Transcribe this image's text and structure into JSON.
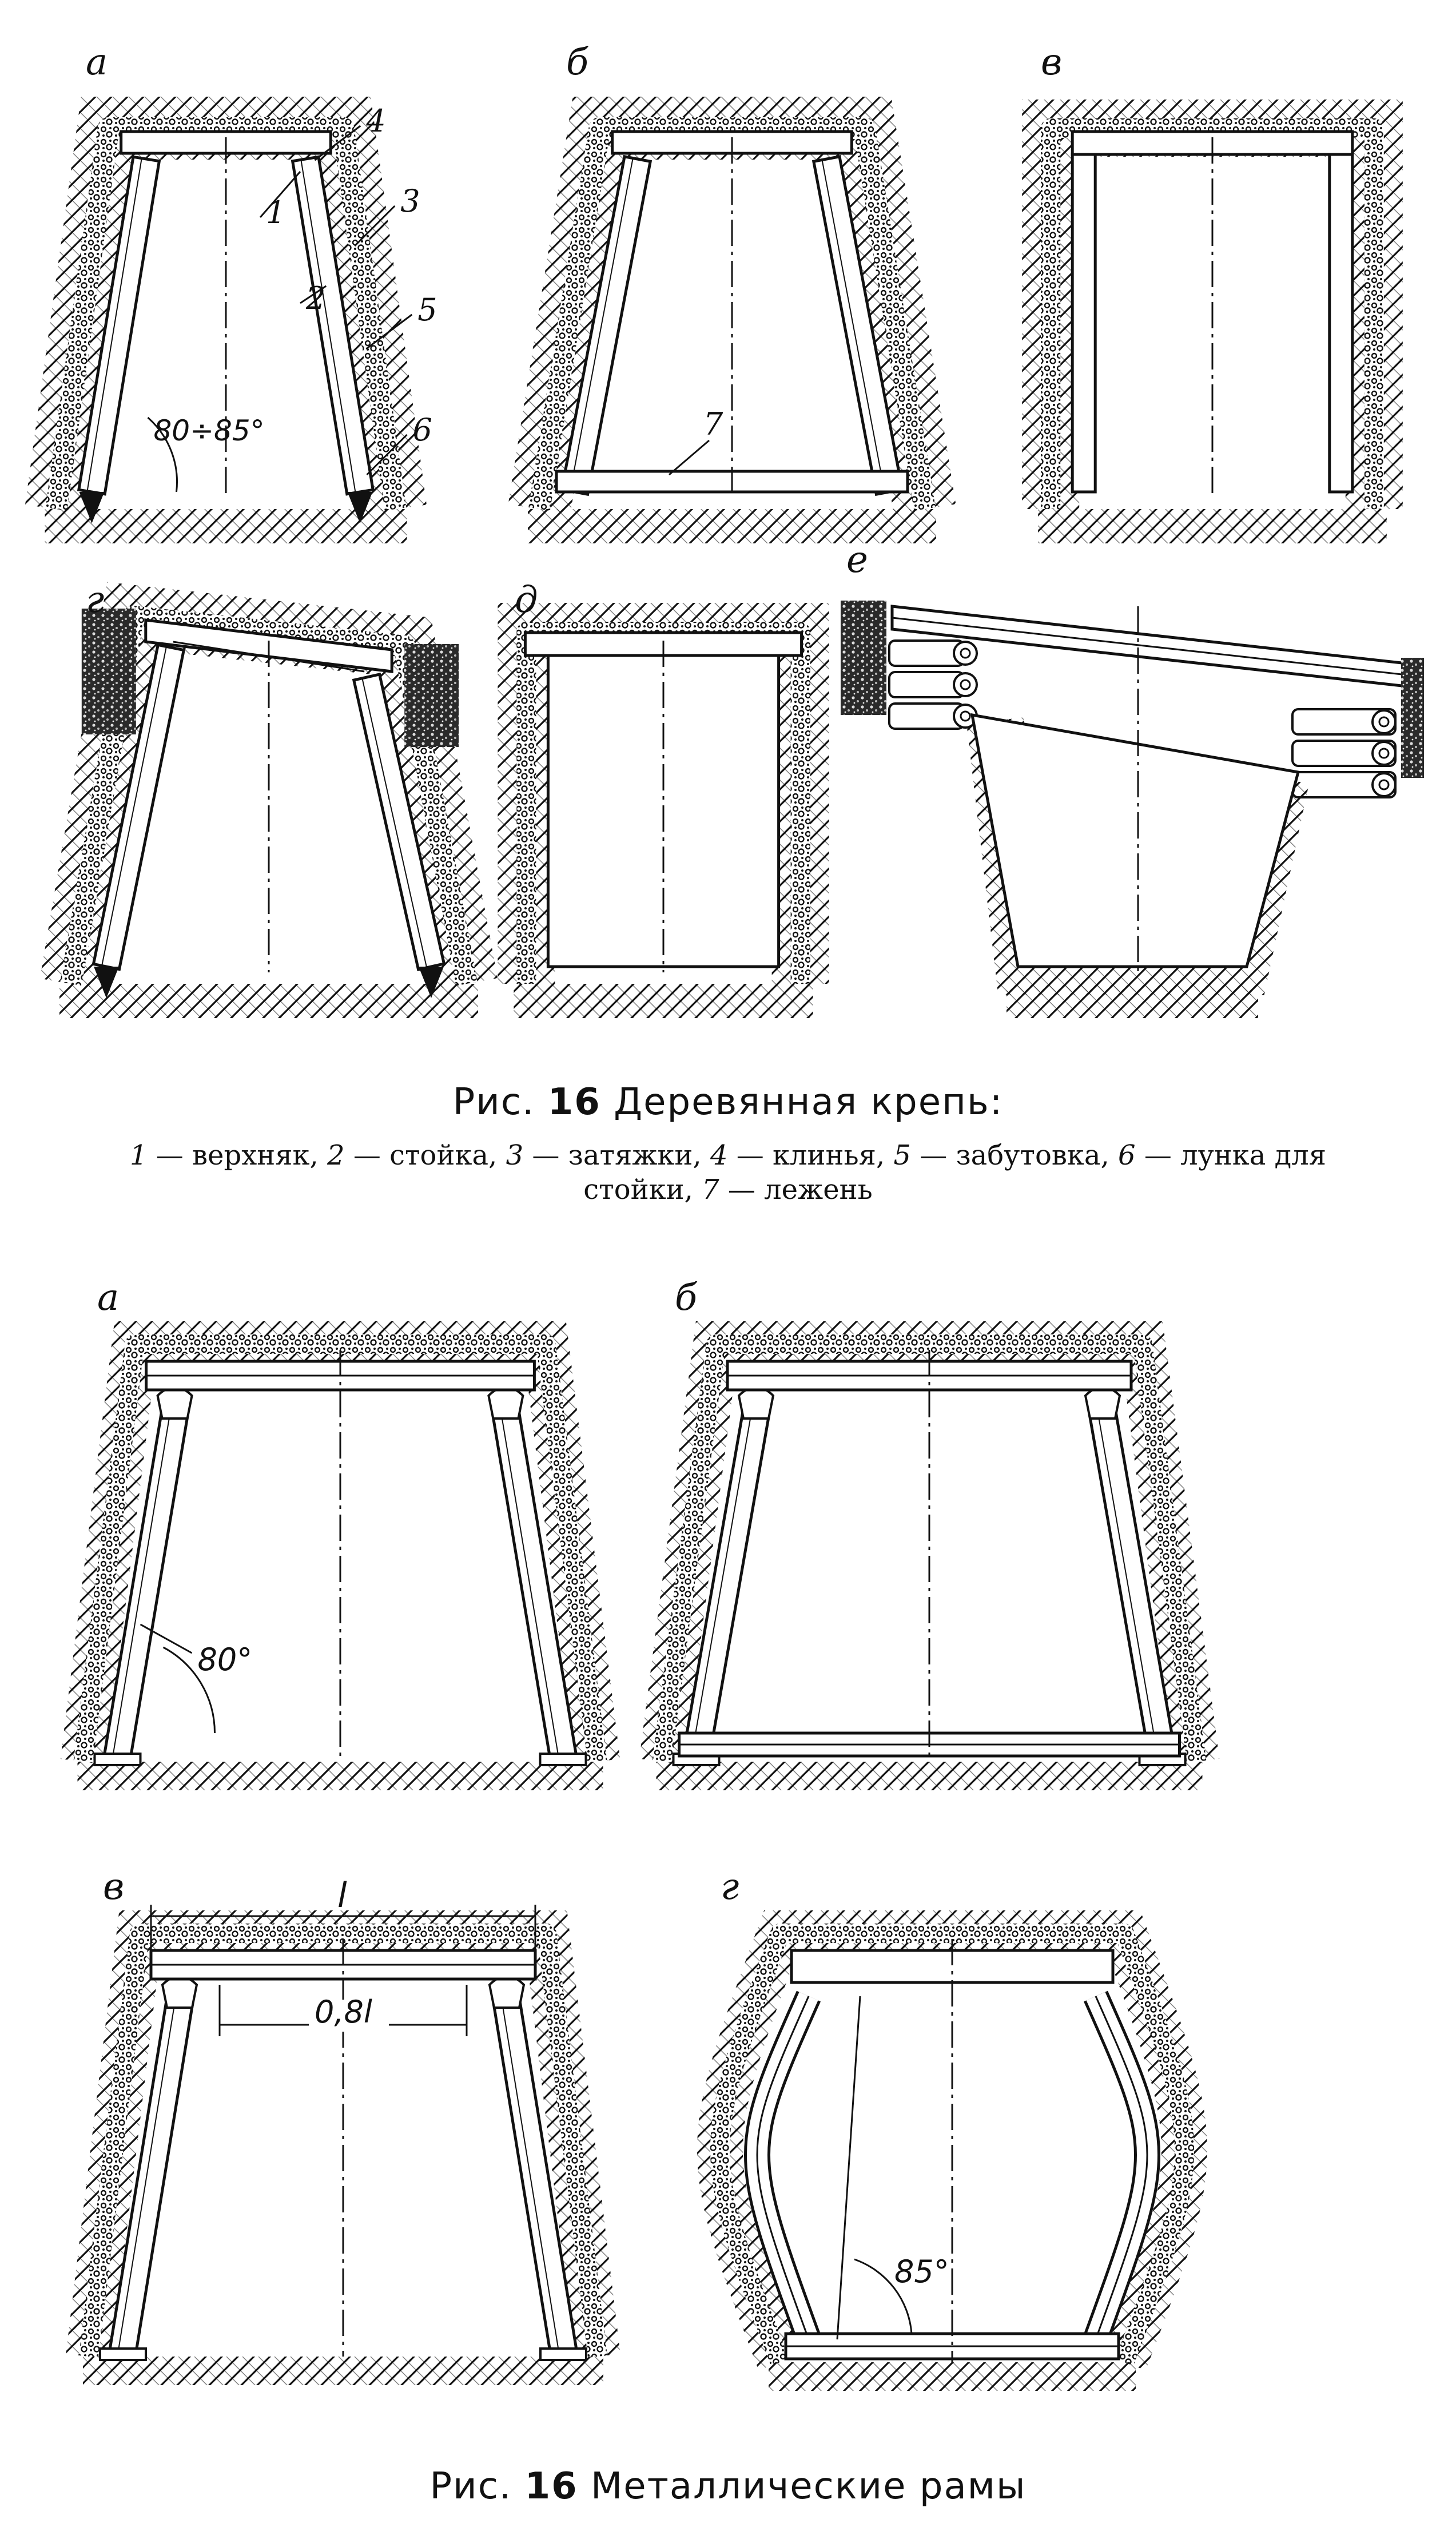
{
  "figure1": {
    "panels": [
      {
        "id": "a",
        "letter": "а",
        "type": "trapezoid",
        "leg": "pointed",
        "sill": false,
        "parts": [
          "1",
          "2",
          "3",
          "4",
          "5",
          "6"
        ],
        "angle": "80÷85°"
      },
      {
        "id": "b",
        "letter": "б",
        "type": "trapezoid",
        "leg": "sill",
        "sill": true,
        "parts": [
          "7"
        ]
      },
      {
        "id": "v",
        "letter": "в",
        "type": "rect",
        "leg": "flat"
      },
      {
        "id": "g",
        "letter": "г",
        "type": "trapezoid-tilted",
        "leg": "pointed"
      },
      {
        "id": "d",
        "letter": "д",
        "type": "rect-cap"
      },
      {
        "id": "e",
        "letter": "е",
        "type": "cantilever"
      }
    ],
    "caption": {
      "prefix": "Рис.",
      "number": "16",
      "title": "Деревянная крепь:"
    },
    "legend_line1": [
      {
        "num": "1",
        "text": " — верхняк, "
      },
      {
        "num": "2",
        "text": " — стойка, "
      },
      {
        "num": "3",
        "text": " — затяжки, "
      },
      {
        "num": "4",
        "text": " — клинья, "
      },
      {
        "num": "5",
        "text": " — забутовка, "
      },
      {
        "num": "6",
        "text": " — лунка для"
      }
    ],
    "legend_line2": [
      {
        "num": "",
        "text": "стойки, "
      },
      {
        "num": "7",
        "text": " — лежень"
      }
    ]
  },
  "figure2": {
    "panels": [
      {
        "id": "a",
        "letter": "а",
        "type": "trapezoid",
        "angle": "80°"
      },
      {
        "id": "b",
        "letter": "б",
        "type": "trapezoid-sill"
      },
      {
        "id": "v",
        "letter": "в",
        "type": "trapezoid-dims",
        "dim_outer": "l",
        "dim_inner": "0,8l"
      },
      {
        "id": "g",
        "letter": "г",
        "type": "arched",
        "angle": "85°"
      }
    ],
    "caption": {
      "prefix": "Рис.",
      "number": "16",
      "title": "Металлические рамы"
    }
  },
  "colors": {
    "ink": "#111111",
    "paper": "#ffffff"
  }
}
